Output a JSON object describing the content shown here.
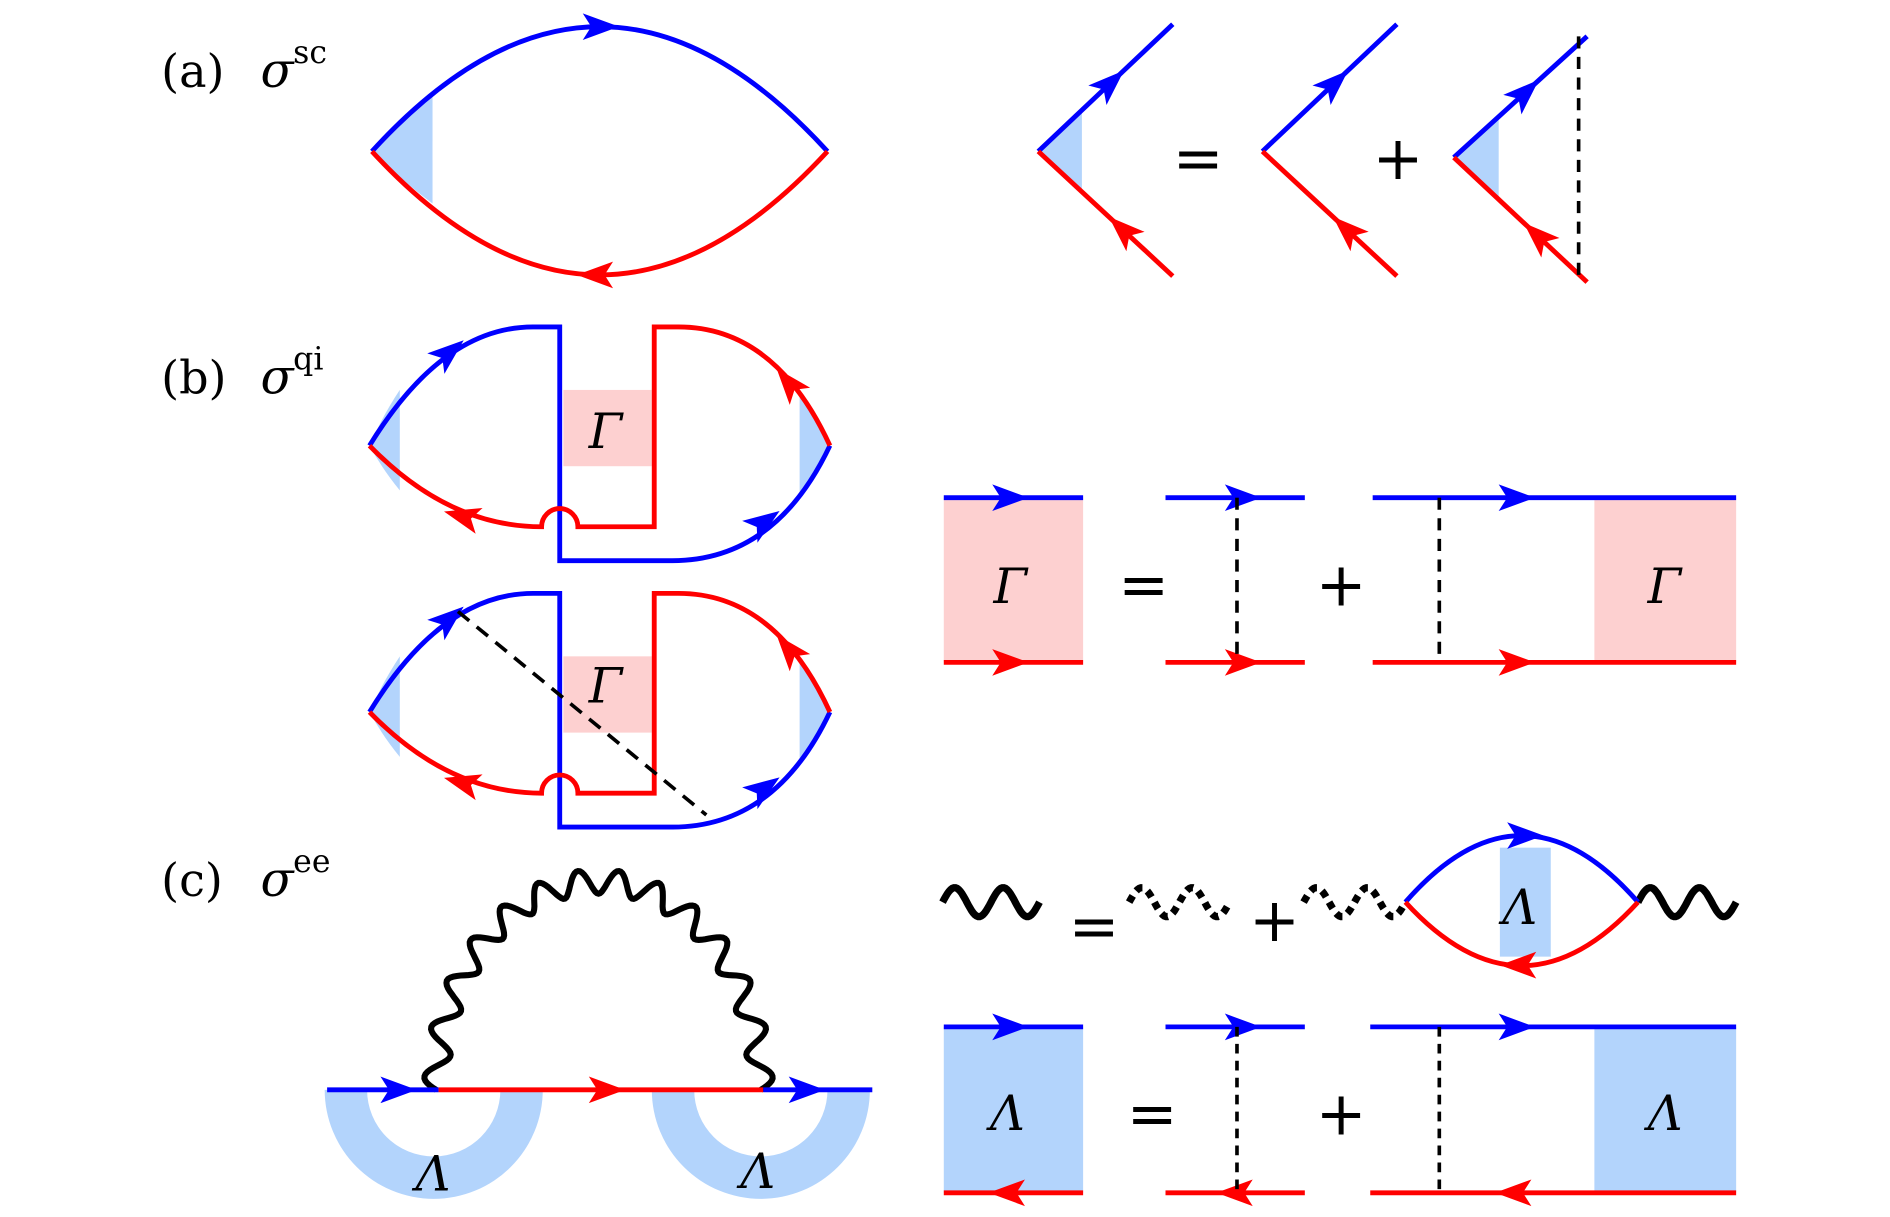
{
  "colors": {
    "particle": "#0000ff",
    "hole": "#ff0000",
    "lambda_fill": "#b3d4fc",
    "gamma_fill": "#fdd0d0",
    "interaction": "#000000"
  },
  "panels": {
    "a": {
      "label": "(a)",
      "sigma": "σ",
      "superscript": "sc"
    },
    "b": {
      "label": "(b)",
      "sigma": "σ",
      "superscript": "qi"
    },
    "c": {
      "label": "(c)",
      "sigma": "σ",
      "superscript": "ee"
    }
  },
  "symbols": {
    "gamma": "Γ",
    "lambda": "Λ",
    "equals": "=",
    "plus": "+"
  }
}
